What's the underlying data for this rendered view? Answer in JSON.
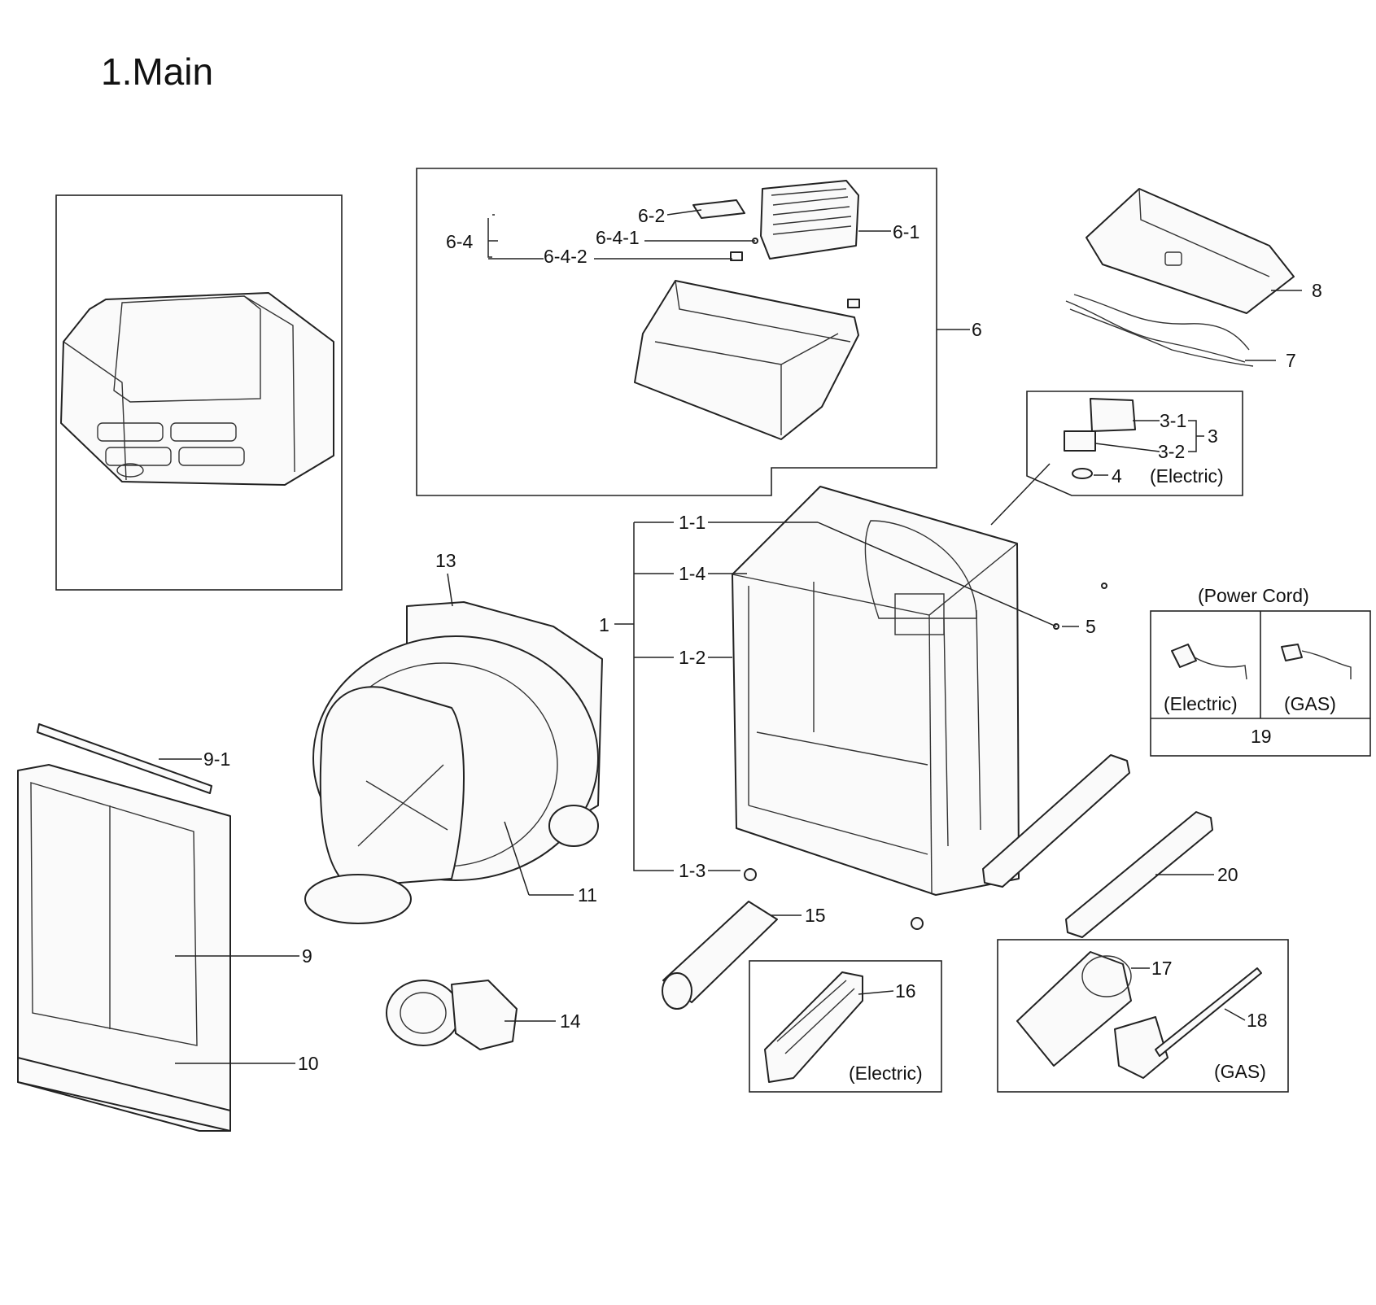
{
  "title": "1.Main",
  "callouts": {
    "c6_2": "6-2",
    "c6_1": "6-1",
    "c6_4": "6-4",
    "c6_4_1": "6-4-1",
    "c6_4_2": "6-4-2",
    "c6": "6",
    "c8": "8",
    "c7": "7",
    "c3_1": "3-1",
    "c3_2": "3-2",
    "c3": "3",
    "c4": "4",
    "c1_1": "1-1",
    "c1_4": "1-4",
    "c1": "1",
    "c1_2": "1-2",
    "c1_3": "1-3",
    "c5": "5",
    "c13": "13",
    "c9_1": "9-1",
    "c9": "9",
    "c10": "10",
    "c11": "11",
    "c14": "14",
    "c15": "15",
    "c16": "16",
    "c17": "17",
    "c18": "18",
    "c19": "19",
    "c20": "20"
  },
  "variant_labels": {
    "electric_pcb": "(Electric)",
    "power_cord": "(Power Cord)",
    "cord_electric": "(Electric)",
    "cord_gas": "(GAS)",
    "heater_electric": "(Electric)",
    "burner_gas": "(GAS)"
  }
}
